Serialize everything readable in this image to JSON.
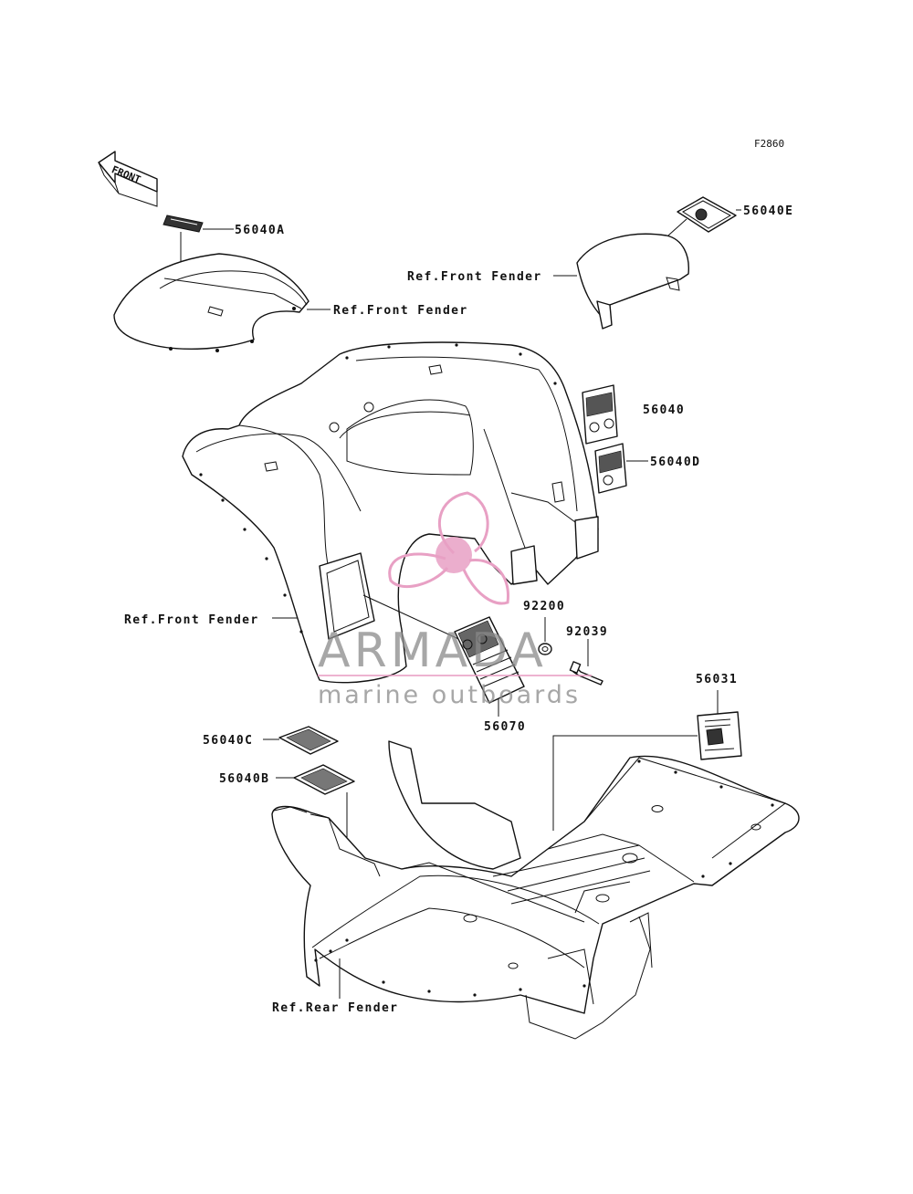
{
  "diagram_code": "F2860",
  "front_arrow_text": "FRONT",
  "callouts": {
    "p56040A": "56040A",
    "p56040E": "56040E",
    "p56040": "56040",
    "p56040D": "56040D",
    "p92200": "92200",
    "p92039": "92039",
    "p56070": "56070",
    "p56031": "56031",
    "p56040C": "56040C",
    "p56040B": "56040B"
  },
  "references": {
    "front_fender_left_top": "Ref.Front Fender",
    "front_fender_right_top": "Ref.Front Fender",
    "front_fender_left": "Ref.Front Fender",
    "rear_fender": "Ref.Rear Fender"
  },
  "watermark": {
    "brand": "ARMADA",
    "tagline": "marine outboards",
    "accent_color": "#e8a0c4",
    "text_color": "#8a8a8a"
  }
}
